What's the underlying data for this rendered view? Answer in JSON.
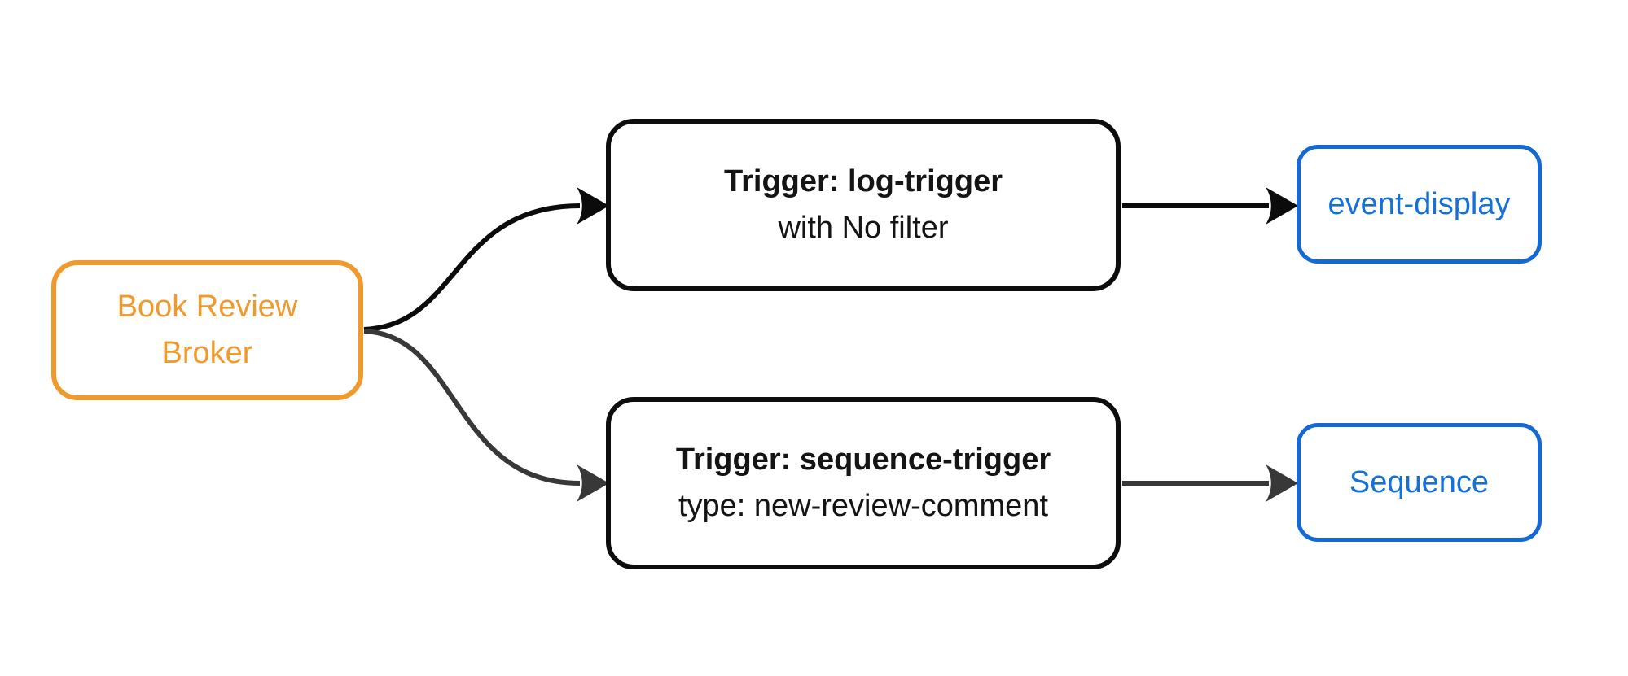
{
  "diagram": {
    "type": "flowchart",
    "background": "#ffffff",
    "colors": {
      "broker_accent": "#f09a2e",
      "trigger_border": "#0d0d0d",
      "sink_accent": "#1469d2",
      "edge_primary": "#0b0b0b",
      "edge_secondary": "#383838"
    },
    "nodes": {
      "broker": {
        "line1": "Book Review",
        "line2": "Broker"
      },
      "log_trigger": {
        "title": "Trigger: log-trigger",
        "subtitle": "with No filter"
      },
      "sequence_trigger": {
        "title": "Trigger: sequence-trigger",
        "subtitle": "type: new-review-comment"
      },
      "event_display": {
        "label": "event-display"
      },
      "sequence": {
        "label": "Sequence"
      }
    },
    "edges": [
      {
        "from": "broker",
        "to": "log_trigger",
        "color": "#0b0b0b"
      },
      {
        "from": "broker",
        "to": "sequence_trigger",
        "color": "#383838"
      },
      {
        "from": "log_trigger",
        "to": "event_display",
        "color": "#0b0b0b"
      },
      {
        "from": "sequence_trigger",
        "to": "sequence",
        "color": "#383838"
      }
    ]
  }
}
